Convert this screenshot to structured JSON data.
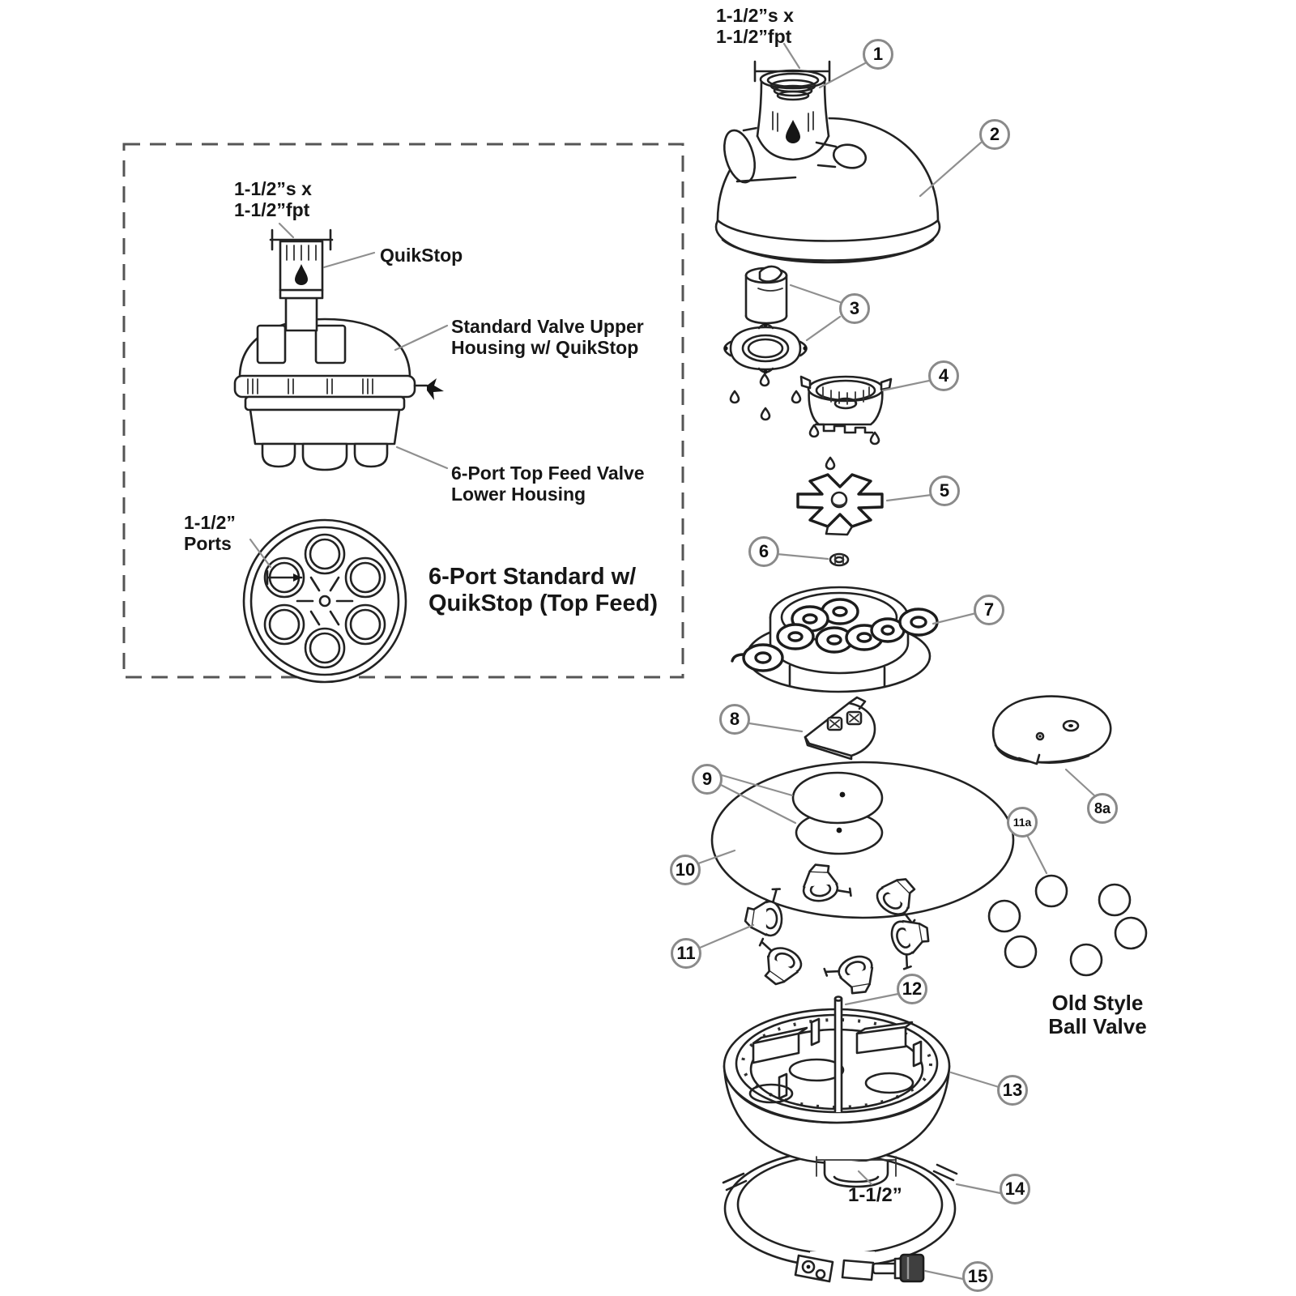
{
  "diagram": {
    "inset": {
      "fitting_size_line1": "1-1/2”s x",
      "fitting_size_line2": "1-1/2”fpt",
      "quikstop": "QuikStop",
      "upper_housing_line1": "Standard Valve Upper",
      "upper_housing_line2": "Housing w/ QuikStop",
      "lower_housing_line1": "6-Port Top Feed Valve",
      "lower_housing_line2": "Lower Housing",
      "ports_line1": "1-1/2”",
      "ports_line2": "Ports",
      "title_line1": "6-Port Standard w/",
      "title_line2": "QuikStop (Top Feed)"
    },
    "exploded": {
      "fitting_size_line1": "1-1/2”s x",
      "fitting_size_line2": "1-1/2”fpt",
      "bottom_port_size": "1-1/2”",
      "old_style_line1": "Old Style",
      "old_style_line2": "Ball Valve"
    },
    "callouts": {
      "c1": "1",
      "c2": "2",
      "c3": "3",
      "c4": "4",
      "c5": "5",
      "c6": "6",
      "c7": "7",
      "c8": "8",
      "c8a": "8a",
      "c9": "9",
      "c10": "10",
      "c11": "11",
      "c11a": "11a",
      "c12": "12",
      "c13": "13",
      "c14": "14",
      "c15": "15"
    },
    "colors": {
      "ink": "#222222",
      "leader_gray": "#8f8f8f",
      "callout_ring_gray": "#8a8a8a",
      "background": "#ffffff"
    }
  }
}
